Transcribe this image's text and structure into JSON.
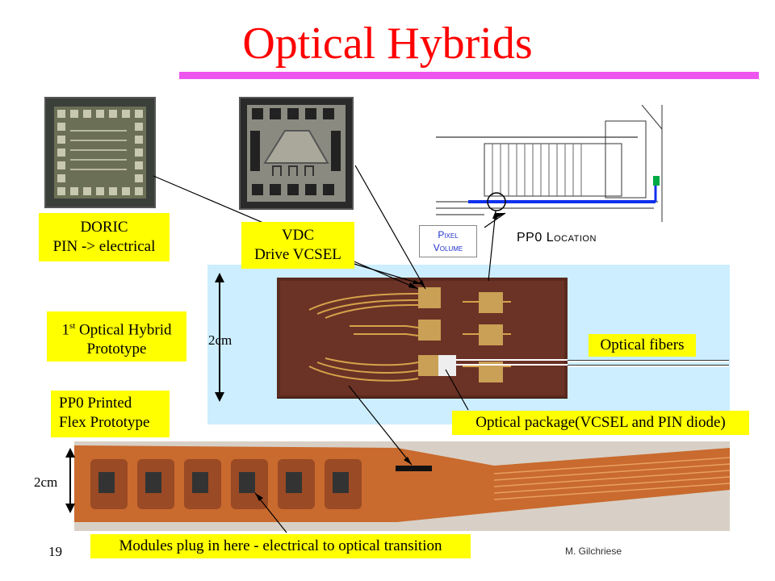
{
  "title": "Optical Hybrids",
  "labels": {
    "doric": [
      "DORIC",
      "PIN -> electrical"
    ],
    "vdc": [
      "VDC",
      "Drive VCSEL"
    ],
    "hybrid": [
      "1",
      "st",
      " Optical Hybrid",
      "Prototype"
    ],
    "pp0": [
      "PP0 Printed",
      "Flex Prototype"
    ],
    "fibers": "Optical fibers",
    "package": "Optical package(VCSEL and PIN diode)",
    "modules": "Modules plug in here - electrical to optical transition",
    "pixel_volume": [
      "Pixel",
      "Volume"
    ],
    "pp0_location": "PP0 Location"
  },
  "dimensions": {
    "hybrid": "2cm",
    "flex": "2cm"
  },
  "footer": {
    "page": "19",
    "author": "M. Gilchriese"
  },
  "colors": {
    "title": "#ff0000",
    "rule": "#ee55ee",
    "label": "#ffff00",
    "board_bg": "#cceeff"
  }
}
